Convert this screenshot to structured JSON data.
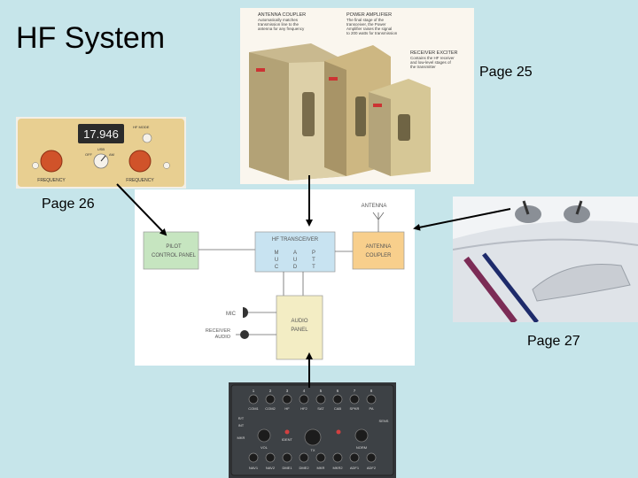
{
  "slide": {
    "title": "HF System",
    "page_labels": [
      "Page 25",
      "Page 26",
      "Page 27"
    ]
  },
  "equipment_photo": {
    "captions": [
      {
        "heading": "ANTENNA COUPLER",
        "lines": [
          "Automatically matches",
          "transmission line to the",
          "antenna for any frequency"
        ]
      },
      {
        "heading": "POWER AMPLIFIER",
        "lines": [
          "The final stage of the",
          "transceiver, the Power",
          "Amplifier raises the signal",
          "to 200 watts for transmission"
        ]
      },
      {
        "heading": "RECEIVER EXCITER",
        "lines": [
          "Contains the HF receiver",
          "and low-level stages of",
          "the transmitter"
        ]
      }
    ]
  },
  "control_panel": {
    "frequency_display": "17.946",
    "labels": {
      "hf_mode": "HF MODE",
      "usb": "USB",
      "off": "OFF",
      "am": "AM",
      "left_freq": "FREQUENCY",
      "right_freq": "FREQUENCY"
    }
  },
  "block_diagram": {
    "pilot_panel": [
      "PILOT",
      "CONTROL PANEL"
    ],
    "transceiver": "HF TRANSCEIVER",
    "transceiver_cols": [
      [
        "M",
        "U",
        "C"
      ],
      [
        "A",
        "U",
        "D"
      ],
      [
        "P",
        "T",
        "T"
      ]
    ],
    "antenna_coupler": [
      "ANTENNA",
      "COUPLER"
    ],
    "antenna": "ANTENNA",
    "mic": "MIC",
    "receiver_audio": [
      "RECEIVER",
      "AUDIO"
    ],
    "audio_panel": [
      "AUDIO",
      "PANEL"
    ]
  },
  "audio_control_panel": {
    "top_numbers": [
      "1",
      "2",
      "3",
      "4",
      "5",
      "6",
      "7",
      "8"
    ],
    "top_labels": [
      "COM1",
      "COM2",
      "HF",
      "HF2",
      "SAT",
      "CAB",
      "SPKR",
      "PA"
    ],
    "bottom_labels": [
      "NAV1",
      "NAV2",
      "DME1",
      "DME2",
      "MKR",
      "MKR2",
      "ADF1",
      "ADF2"
    ],
    "side_labels": {
      "vol": "VOL",
      "rt": "R/T",
      "int": "INT",
      "ident": "IDENT",
      "mkr": "MKR",
      "sens": "SENS",
      "tx": "TX",
      "norm": "NORM"
    }
  },
  "colors": {
    "background": "#c6e5ea",
    "pilot_box": "#c6e5c0",
    "transceiver_box": "#c8e3f1",
    "coupler_box": "#f8cf8c",
    "audio_box": "#f3edc4",
    "panel_face": "#e8cf91",
    "knob": "#d0532a"
  }
}
